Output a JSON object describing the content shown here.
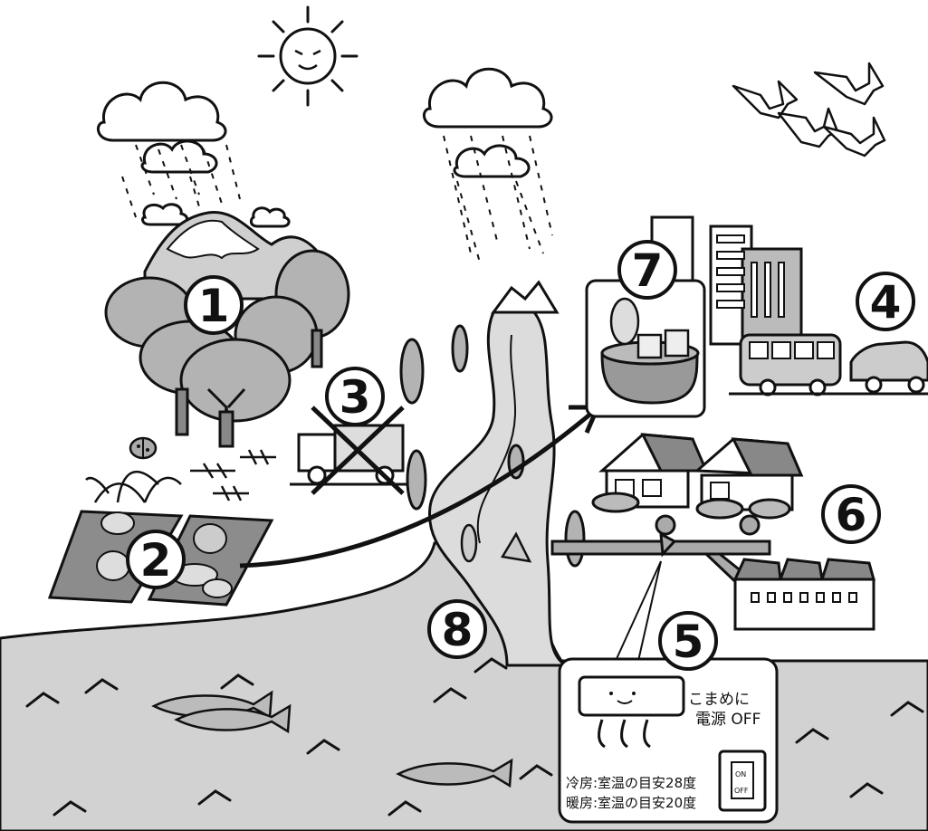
{
  "markers": [
    "1",
    "2",
    "3",
    "4",
    "5",
    "6",
    "7",
    "8"
  ],
  "notice": {
    "line1": "こまめに",
    "line2": "電源 OFF",
    "cooling": "冷房:室温の目安28度",
    "heating": "暖房:室温の目安20度",
    "switch_on": "ON",
    "switch_off": "OFF"
  },
  "colors": {
    "ink": "#111111",
    "sea": "#d2d2d2",
    "river": "#dcdcdc",
    "tree": "#b3b3b3",
    "field": "#8c8c8c",
    "building": "#c8c8c8"
  }
}
